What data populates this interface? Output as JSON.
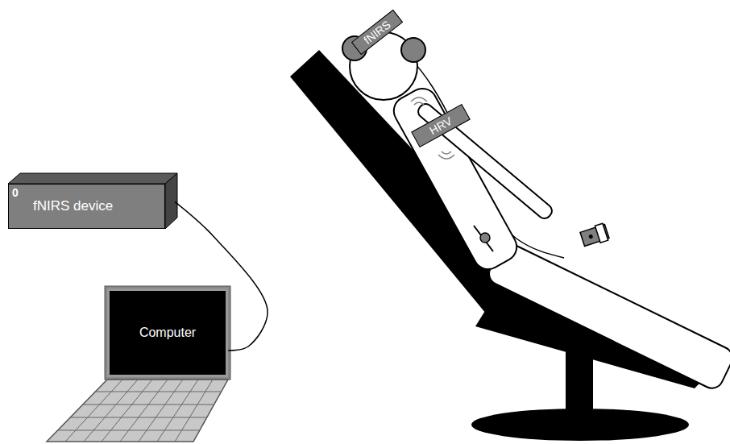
{
  "diagram": {
    "nodes": [
      {
        "text": [
          "fNIRS"
        ]
      },
      {
        "text": [
          "HRV"
        ]
      },
      {
        "text": [
          "fNIRS device"
        ]
      },
      {
        "text": [
          "Computer"
        ]
      }
    ],
    "edges": [
      {
        "from": 2,
        "to": 3,
        "arrow": "none"
      }
    ],
    "labels": [
      "0"
    ]
  }
}
